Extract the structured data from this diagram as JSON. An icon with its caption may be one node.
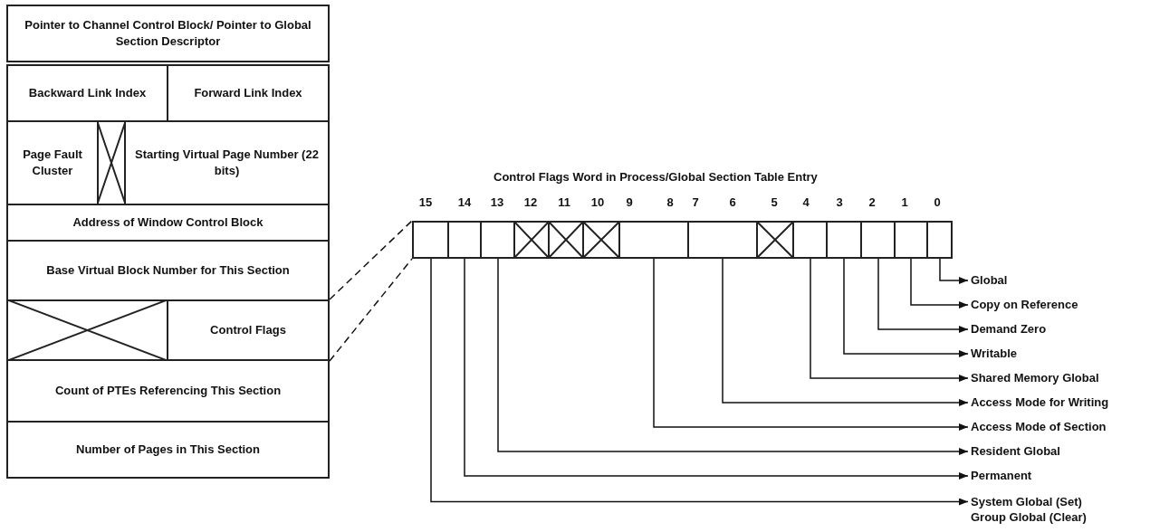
{
  "diagram": {
    "nodes": [
      {
        "text": [
          "Pointer to Channel Control Block/ Pointer to Global Section Descriptor"
        ]
      },
      {
        "text": [
          "Backward Link Index"
        ]
      },
      {
        "text": [
          "Forward Link Index"
        ]
      },
      {
        "text": [
          "Page Fault Cluster"
        ]
      },
      {
        "text": [],
        "shape": "box"
      },
      {
        "text": [
          "Starting Virtual Page Number (22 bits)"
        ]
      },
      {
        "text": [
          "Address of Window Control Block"
        ]
      },
      {
        "text": [
          "Base Virtual Block Number for This Section"
        ]
      },
      {
        "text": [],
        "shape": "box"
      },
      {
        "text": [
          "Control Flags"
        ]
      },
      {
        "text": [
          "Count of PTEs Referencing This Section"
        ]
      },
      {
        "text": [
          "Number of Pages in This Section"
        ]
      },
      {
        "text": [],
        "shape": "box"
      },
      {
        "text": [],
        "shape": "box"
      },
      {
        "text": [],
        "shape": "box"
      },
      {
        "text": [],
        "shape": "box"
      },
      {
        "text": [],
        "shape": "box"
      },
      {
        "text": [],
        "shape": "box"
      },
      {
        "text": [],
        "shape": "box"
      },
      {
        "text": [],
        "shape": "box"
      },
      {
        "text": [],
        "shape": "box"
      },
      {
        "text": [],
        "shape": "box"
      },
      {
        "text": [],
        "shape": "box"
      },
      {
        "text": [],
        "shape": "box"
      },
      {
        "text": [],
        "shape": "box"
      },
      {
        "text": [],
        "shape": "box"
      },
      {
        "text": [
          "Global"
        ]
      },
      {
        "text": [
          "Copy on Reference"
        ]
      },
      {
        "text": [
          "Demand Zero"
        ]
      },
      {
        "text": [
          "Writable"
        ]
      },
      {
        "text": [
          "Shared Memory Global"
        ]
      },
      {
        "text": [
          "Access Mode for Writing"
        ]
      },
      {
        "text": [
          "Access Mode of Section"
        ]
      },
      {
        "text": [
          "Resident Global"
        ]
      },
      {
        "text": [
          "Permanent"
        ]
      },
      {
        "text": [
          "System Global (Set)",
          "Group Global (Clear)"
        ]
      }
    ],
    "edges": [
      {
        "from": 9,
        "to": 12,
        "arrow": "none",
        "style": "dashed"
      },
      {
        "from": 9,
        "to": 12,
        "arrow": "none",
        "style": "dashed"
      },
      {
        "from": 25,
        "to": 26,
        "arrow": "to"
      },
      {
        "from": 24,
        "to": 27,
        "arrow": "to"
      },
      {
        "from": 23,
        "to": 28,
        "arrow": "to"
      },
      {
        "from": 22,
        "to": 29,
        "arrow": "to"
      },
      {
        "from": 21,
        "to": 30,
        "arrow": "to"
      },
      {
        "from": 19,
        "to": 31,
        "arrow": "to"
      },
      {
        "from": 18,
        "to": 32,
        "arrow": "to"
      },
      {
        "from": 14,
        "to": 33,
        "arrow": "to"
      },
      {
        "from": 13,
        "to": 34,
        "arrow": "to"
      },
      {
        "from": 12,
        "to": 35,
        "arrow": "to"
      }
    ],
    "labels": [
      "Control Flags Word in Process/Global Section Table Entry",
      "15",
      "14",
      "13",
      "12",
      "11",
      "10",
      "9",
      "8",
      "7",
      "6",
      "5",
      "4",
      "3",
      "2",
      "1",
      "0"
    ]
  }
}
